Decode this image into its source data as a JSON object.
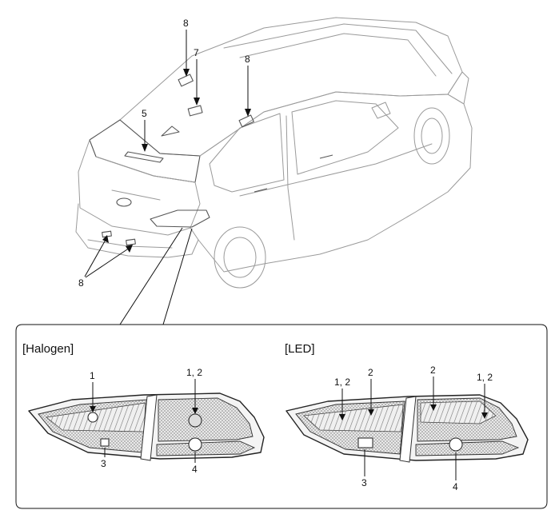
{
  "overview": {
    "callouts": {
      "high_mount_stop": "5",
      "license_left": "8",
      "license_right": "8",
      "roof_front": "8",
      "roof_rear": "8",
      "roof_center": "7"
    },
    "license_label": "8",
    "roof_label_a": "8",
    "roof_label_b": "8",
    "center_label": "7",
    "stop_label": "5"
  },
  "halogen": {
    "title": "[Halogen]",
    "labels": {
      "one": "1",
      "one_two": "1, 2",
      "three": "3",
      "four": "4"
    }
  },
  "led": {
    "title": "[LED]",
    "labels": {
      "one_two_left": "1, 2",
      "two_a": "2",
      "two_b": "2",
      "one_two_right": "1, 2",
      "three": "3",
      "four": "4"
    }
  }
}
